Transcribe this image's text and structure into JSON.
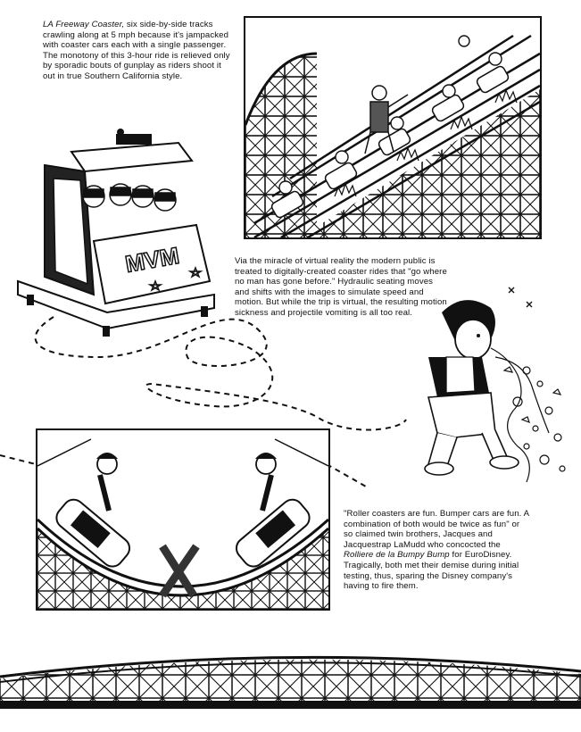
{
  "captions": {
    "freeway_title": "LA Freeway Coaster,",
    "freeway_body": " six side-by-side tracks crawling along at 5 mph because it's jampacked with coaster cars each with a single passenger. The monotony of this 3-hour ride is relieved only by sporadic bouts of gunplay as riders shoot it out in true Southern California style.",
    "vr_body": "Via the miracle of virtual reality the modern public is treated to digitally-created coaster rides that \"go where no man has gone before.\" Hydraulic seating moves and shifts with the images to simulate speed and motion. But while the trip is virtual, the resulting motion sickness and projectile vomiting is all too real.",
    "bumpy_part1": "\"Roller coasters are fun. Bumper cars are fun. A combination of both would be twice as fun\" or so claimed twin brothers, Jacques and Jacquestrap LaMudd who concocted the ",
    "bumpy_ride_name": "Rolliere de la Bumpy Bump",
    "bumpy_part2": " for EuroDisney. Tragically, both met their demise during initial testing, thus, sparing the Disney company's having to fire them."
  },
  "illustrations": {
    "vr_car_text": "MVM"
  },
  "colors": {
    "ink": "#111111",
    "paper": "#ffffff"
  }
}
